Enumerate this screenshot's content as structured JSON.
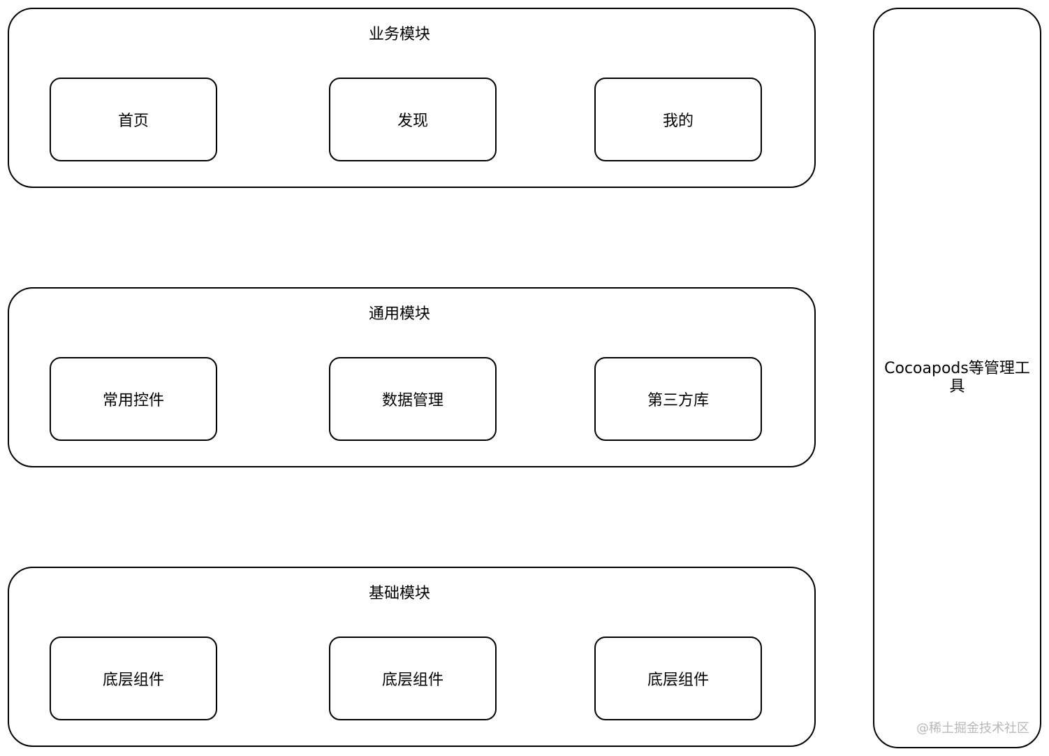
{
  "layers": [
    {
      "title": "业务模块",
      "modules": [
        "首页",
        "发现",
        "我的"
      ]
    },
    {
      "title": "通用模块",
      "modules": [
        "常用控件",
        "数据管理",
        "第三方库"
      ]
    },
    {
      "title": "基础模块",
      "modules": [
        "底层组件",
        "底层组件",
        "底层组件"
      ]
    }
  ],
  "tool": {
    "label": "Cocoapods等管理工具"
  },
  "watermark": "@稀土掘金技术社区"
}
